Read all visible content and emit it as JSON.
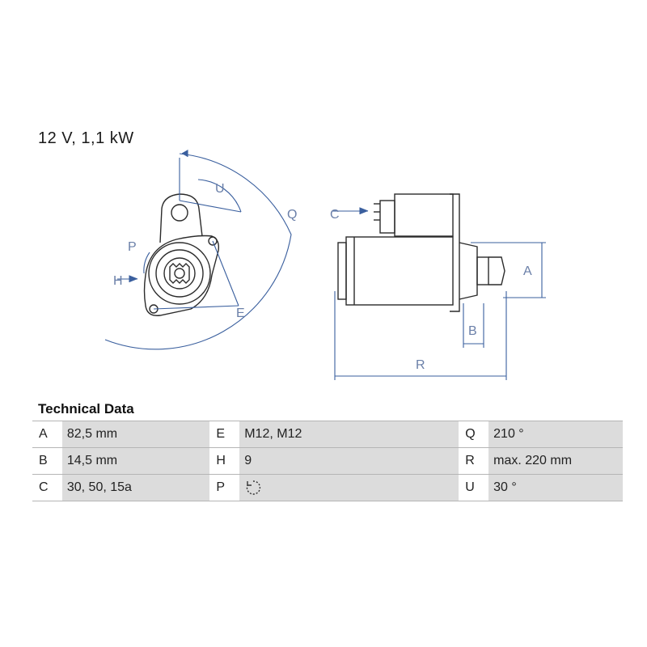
{
  "header": {
    "spec": "12 V, 1,1 kW"
  },
  "diagram": {
    "labels": {
      "U": "U",
      "Q": "Q",
      "P": "P",
      "H": "H",
      "E": "E",
      "C": "C",
      "A": "A",
      "B": "B",
      "R": "R"
    },
    "colors": {
      "line": "#2b2b2b",
      "dimension": "#3a5f9e"
    }
  },
  "technical_data": {
    "title": "Technical Data",
    "rows": [
      [
        {
          "key": "A",
          "value": "82,5 mm"
        },
        {
          "key": "E",
          "value": "M12, M12"
        },
        {
          "key": "Q",
          "value": "210 °"
        }
      ],
      [
        {
          "key": "B",
          "value": "14,5 mm"
        },
        {
          "key": "H",
          "value": "9"
        },
        {
          "key": "R",
          "value": "max. 220 mm"
        }
      ],
      [
        {
          "key": "C",
          "value": "30, 50, 15a"
        },
        {
          "key": "P",
          "value": "",
          "icon": "rotation-direction-icon"
        },
        {
          "key": "U",
          "value": "30 °"
        }
      ]
    ]
  }
}
